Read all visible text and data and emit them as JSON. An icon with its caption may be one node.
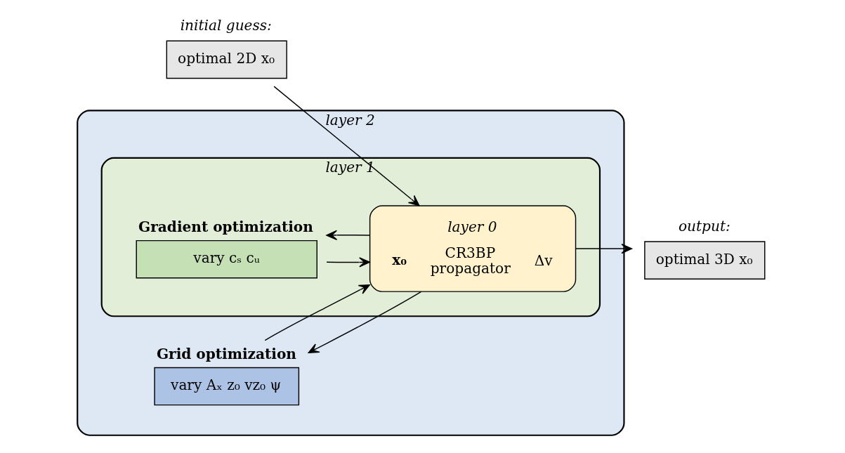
{
  "diagram": {
    "nodes": [
      {
        "text": [
          "optimal 2D x₀"
        ],
        "beside": [
          "initial guess:"
        ]
      },
      {
        "text": [
          "layer 2"
        ]
      },
      {
        "text": [
          "Grid optimization",
          "vary Aₓ z₀ vz₀ ψ"
        ],
        "in": 1
      },
      {
        "text": [
          "layer 1"
        ],
        "in": 1
      },
      {
        "text": [
          "Gradient optimization",
          "vary cₛ cᵤ"
        ],
        "in": 3
      },
      {
        "text": [
          "layer 0",
          "x₀",
          "CR3BP propagator",
          "Δv"
        ],
        "in": 3
      },
      {
        "text": [
          "optimal 3D x₀"
        ],
        "beside": [
          "output:"
        ]
      }
    ],
    "edges": [
      {
        "from": 0,
        "to": 5,
        "arrow": "to"
      },
      {
        "from": 5,
        "to": 4,
        "arrow": "to"
      },
      {
        "from": 4,
        "to": 5,
        "arrow": "to"
      },
      {
        "from": 5,
        "to": 2,
        "arrow": "to"
      },
      {
        "from": 2,
        "to": 5,
        "arrow": "to"
      },
      {
        "from": 5,
        "to": 6,
        "arrow": "to"
      }
    ]
  }
}
